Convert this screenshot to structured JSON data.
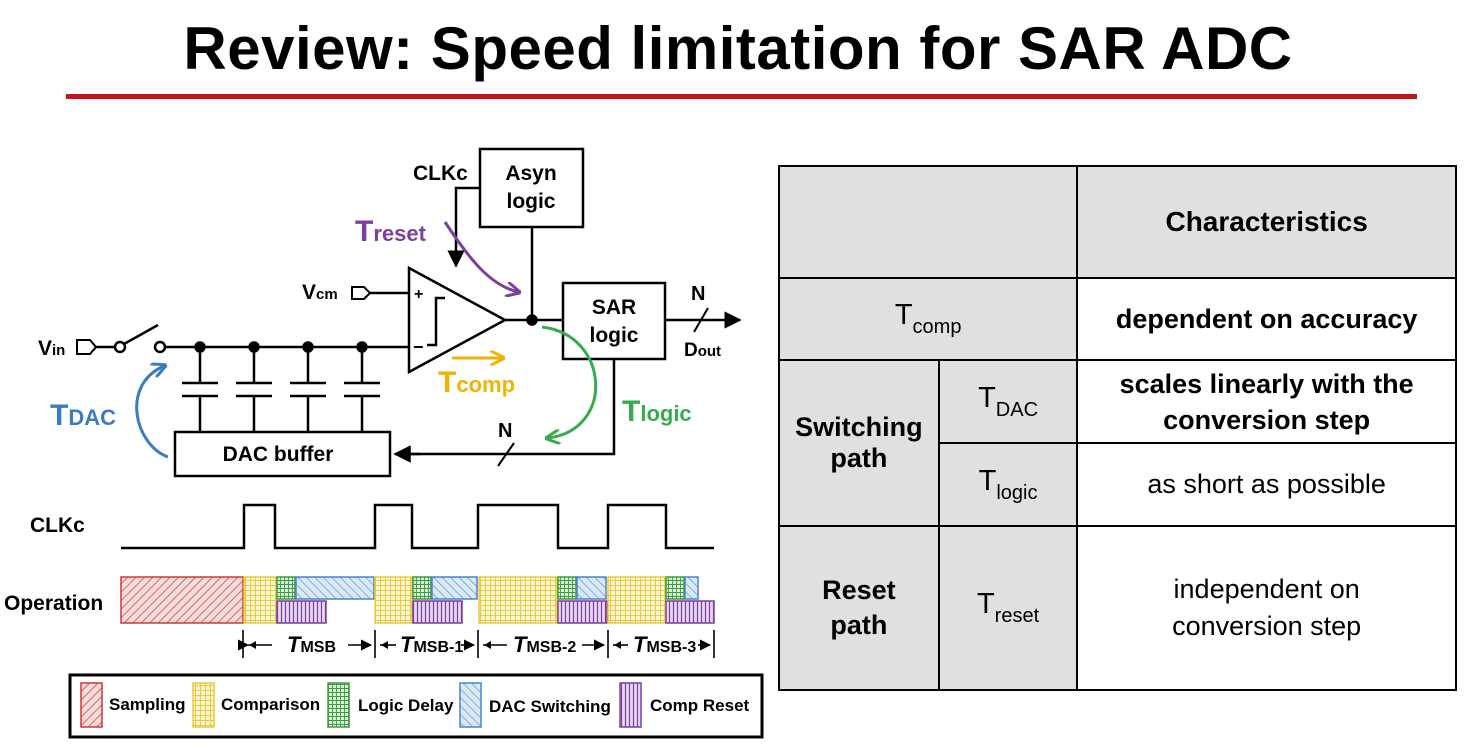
{
  "title": "Review: Speed limitation for SAR ADC",
  "colors": {
    "title_rule": "#c0151b",
    "sampling": "#c93a3a",
    "comparison": "#e8c940",
    "logic_delay": "#3f9a3f",
    "dac_switching": "#4a86c8",
    "comp_reset": "#7b3f9e",
    "t_reset_arrow": "#7b3f9e",
    "t_comp_arrow": "#f0b400",
    "t_logic_arrow": "#3aaa50",
    "t_dac_arrow": "#3b7bbf",
    "table_gray": "#e0e0e0"
  },
  "circuit": {
    "clkc_label": "CLKc",
    "asyn_logic": [
      "Asyn",
      "logic"
    ],
    "t_reset": {
      "main": "T",
      "sub": "reset"
    },
    "vcm": {
      "main": "V",
      "sub": "cm"
    },
    "vin": {
      "main": "V",
      "sub": "in"
    },
    "sar_logic": [
      "SAR",
      "logic"
    ],
    "n_out": "N",
    "dout": {
      "main": "D",
      "sub": "out"
    },
    "t_comp": {
      "main": "T",
      "sub": "comp"
    },
    "t_logic": {
      "main": "T",
      "sub": "logic"
    },
    "t_dac": {
      "main": "T",
      "sub": "DAC"
    },
    "n_feedback": "N",
    "dac_buffer": "DAC buffer",
    "plus": "+",
    "minus": "−"
  },
  "timing": {
    "clkc_label": "CLKc",
    "operation_label": "Operation",
    "intervals": [
      {
        "main": "T",
        "sub": "MSB"
      },
      {
        "main": "T",
        "sub": "MSB-1"
      },
      {
        "main": "T",
        "sub": "MSB-2"
      },
      {
        "main": "T",
        "sub": "MSB-3"
      }
    ]
  },
  "legend": [
    {
      "label": "Sampling",
      "pattern": "sampling"
    },
    {
      "label": "Comparison",
      "pattern": "comparison"
    },
    {
      "label": "Logic Delay",
      "pattern": "logic_delay"
    },
    {
      "label": "DAC Switching",
      "pattern": "dac_switching"
    },
    {
      "label": "Comp Reset",
      "pattern": "comp_reset"
    }
  ],
  "table": {
    "header": "Characteristics",
    "t_comp": {
      "main": "T",
      "sub": "comp",
      "desc": "dependent on accuracy"
    },
    "switching_path": [
      "Switching",
      "path"
    ],
    "t_dac": {
      "main": "T",
      "sub": "DAC",
      "desc": [
        "scales linearly with the",
        "conversion step"
      ]
    },
    "t_logic": {
      "main": "T",
      "sub": "logic",
      "desc": "as short as possible"
    },
    "reset_path": [
      "Reset",
      "path"
    ],
    "t_reset": {
      "main": "T",
      "sub": "reset",
      "desc": [
        "independent on",
        "conversion step"
      ]
    }
  }
}
